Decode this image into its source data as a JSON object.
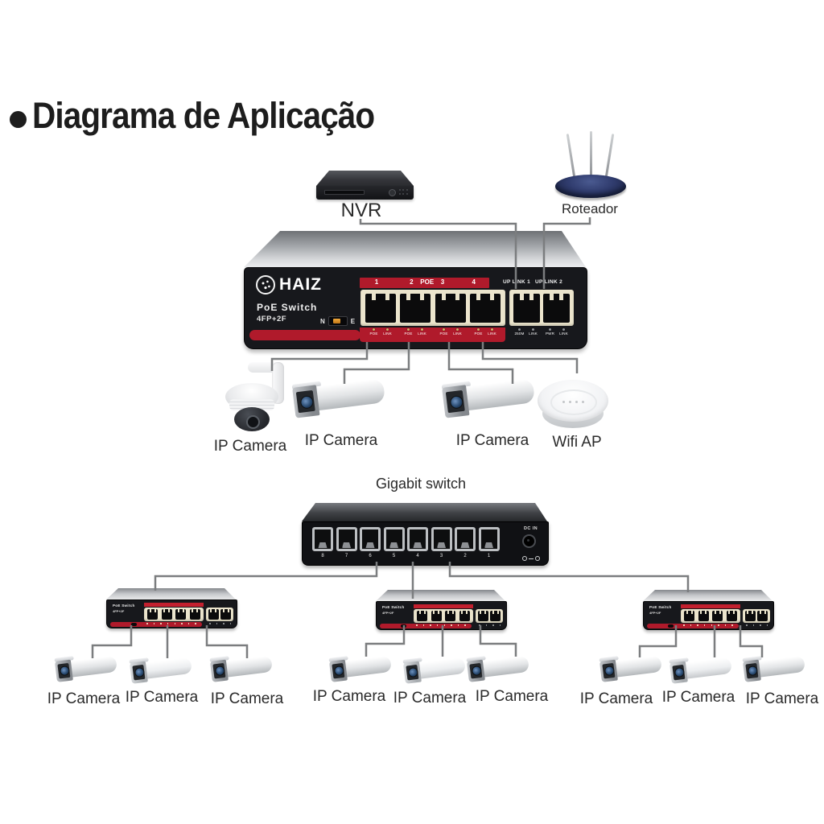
{
  "title": {
    "text": "Diagrama de Aplicação"
  },
  "palette": {
    "accent_red": "#b01a2b",
    "cable_gray": "#7b7d7f",
    "port_cream": "#ece5cd",
    "router_navy": "#303c6e"
  },
  "top_section": {
    "nvr": {
      "label": "NVR"
    },
    "router": {
      "label": "Roteador"
    },
    "main_switch": {
      "brand": "HAIZ",
      "product": "PoE Switch",
      "model": "4FP+2F",
      "mode_labels": {
        "n": "N",
        "e": "E"
      },
      "port_band": [
        "1",
        "2",
        "POE",
        "3",
        "4"
      ],
      "uplink_labels": [
        "UP LINK 1",
        "UP LINK 2"
      ],
      "poe_led_labels": [
        "POE",
        "LINK"
      ],
      "uplink1_led_labels": [
        "250M",
        "LINK"
      ],
      "uplink2_led_labels": [
        "PWR",
        "LINK"
      ]
    },
    "devices": [
      {
        "type": "ptz-dome-camera",
        "label": "IP Camera"
      },
      {
        "type": "bullet-camera",
        "label": "IP Camera"
      },
      {
        "type": "bullet-camera",
        "label": "IP Camera"
      },
      {
        "type": "wifi-access-point",
        "label": "Wifi AP"
      }
    ]
  },
  "bottom_section": {
    "gigabit_switch": {
      "label": "Gigabit switch",
      "port_numbers": [
        "8",
        "7",
        "6",
        "5",
        "4",
        "3",
        "2",
        "1"
      ],
      "power_label": "DC IN"
    },
    "mini_switch": {
      "product": "PoE Switch",
      "model": "4FP+2F"
    },
    "camera_groups": [
      {
        "cameras": [
          "IP Camera",
          "IP Camera",
          "IP Camera"
        ]
      },
      {
        "cameras": [
          "IP Camera",
          "IP Camera",
          "IP Camera"
        ]
      },
      {
        "cameras": [
          "IP Camera",
          "IP Camera",
          "IP Camera"
        ]
      }
    ]
  }
}
